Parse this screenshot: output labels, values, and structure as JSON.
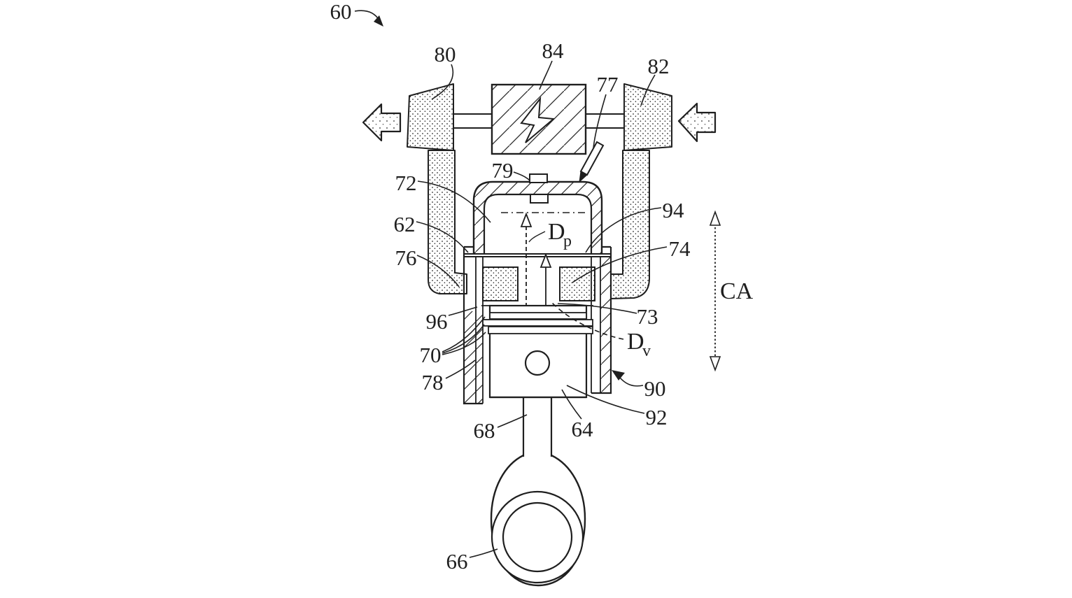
{
  "figure": {
    "type": "patent-engine-cylinder-cross-section",
    "ref_labels": {
      "r60": "60",
      "r80": "80",
      "r84": "84",
      "r82": "82",
      "r77": "77",
      "r79": "79",
      "r72": "72",
      "r62": "62",
      "r76": "76",
      "r94": "94",
      "r74": "74",
      "r96": "96",
      "r73": "73",
      "r70": "70",
      "r78": "78",
      "r90": "90",
      "r92": "92",
      "r68": "68",
      "r64": "64",
      "r66": "66"
    },
    "dim_labels": {
      "dp_main": "D",
      "dp_sub": "p",
      "dv_main": "D",
      "dv_sub": "v",
      "ca": "CA"
    },
    "colors": {
      "ink": "#1f1f1f",
      "paper": "#ffffff"
    }
  }
}
